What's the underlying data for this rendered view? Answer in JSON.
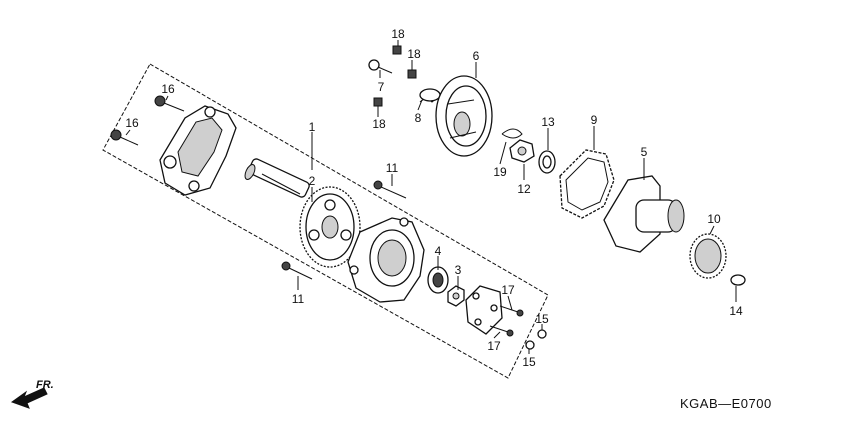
{
  "diagram": {
    "code": "KGAB—E0700",
    "direction_label": "FR.",
    "callouts": [
      "1",
      "2",
      "3",
      "4",
      "5",
      "6",
      "7",
      "8",
      "9",
      "10",
      "11",
      "11",
      "12",
      "13",
      "14",
      "15",
      "15",
      "16",
      "16",
      "17",
      "17",
      "18",
      "18",
      "18",
      "19"
    ]
  }
}
